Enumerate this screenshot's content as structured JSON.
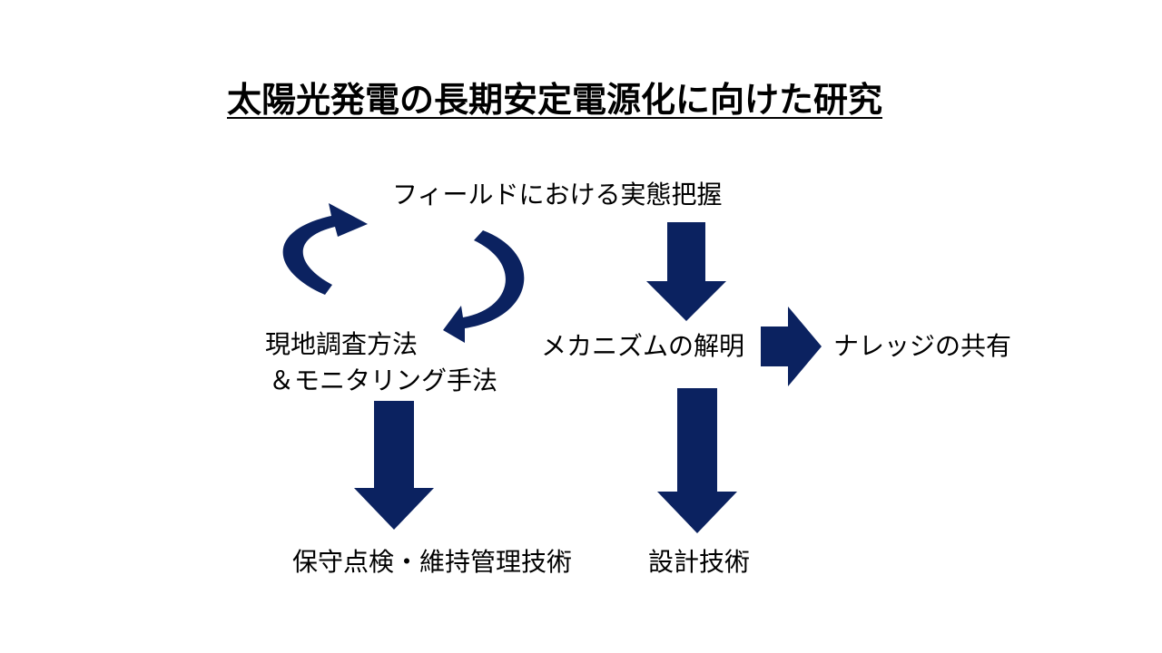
{
  "title": "太陽光発電の長期安定電源化に向けた研究",
  "nodes": {
    "field": "フィールドにおける実態把握",
    "method_line1": "現地調査方法",
    "method_line2": "＆モニタリング手法",
    "mechanism": "メカニズムの解明",
    "knowledge": "ナレッジの共有",
    "maintenance": "保守点検・維持管理技術",
    "design": "設計技術"
  },
  "colors": {
    "arrow": "#0b2260",
    "text": "#000000",
    "background": "#ffffff"
  }
}
